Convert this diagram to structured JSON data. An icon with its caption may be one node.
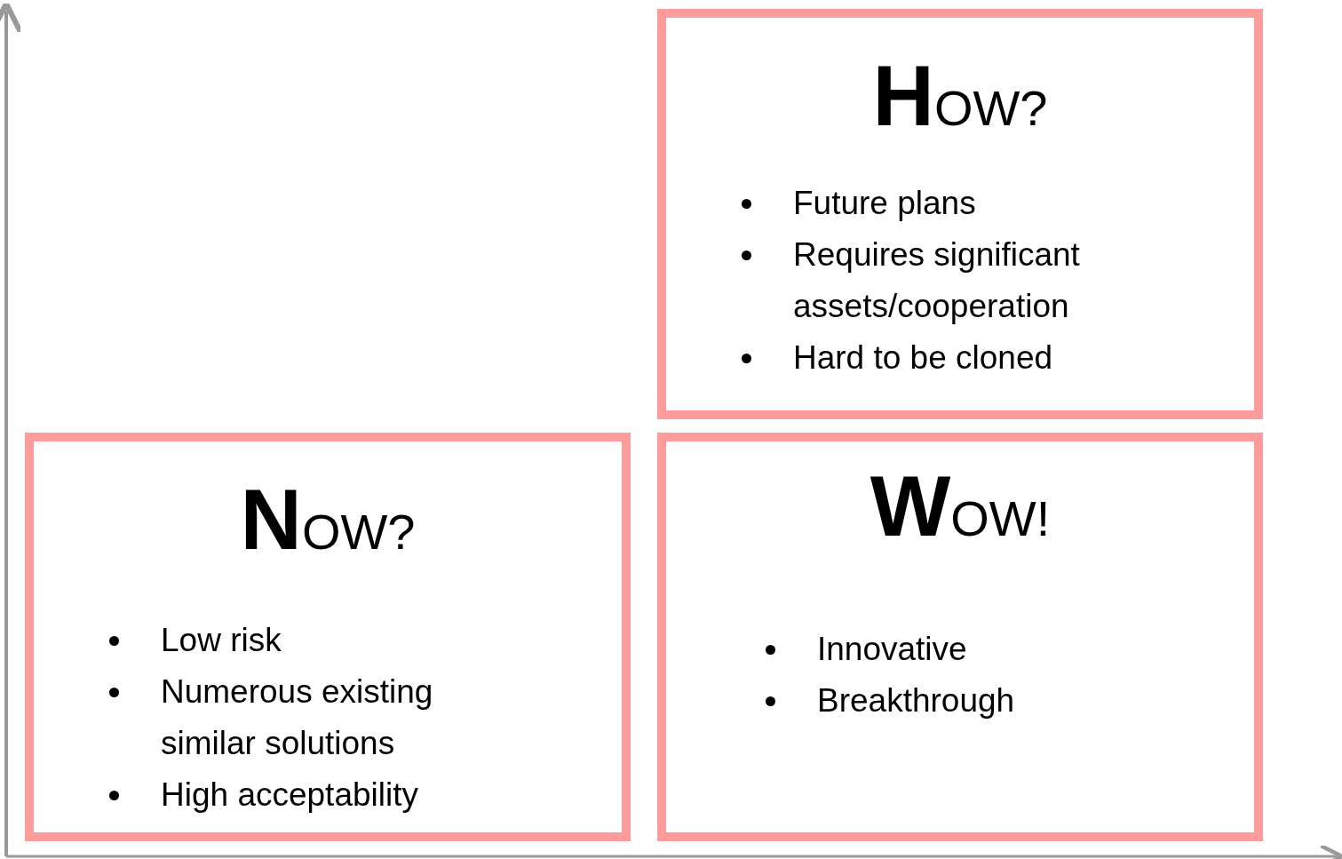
{
  "diagram": {
    "nodes": [
      {
        "text": [
          "HOW?",
          "Future plans",
          "Requires significant assets/cooperation",
          "Hard to be cloned"
        ]
      },
      {
        "text": [
          "NOW?",
          "Low risk",
          "Numerous existing similar solutions",
          "High acceptability"
        ]
      },
      {
        "text": [
          "WOW!",
          "Innovative",
          "Breakthrough"
        ]
      }
    ]
  }
}
